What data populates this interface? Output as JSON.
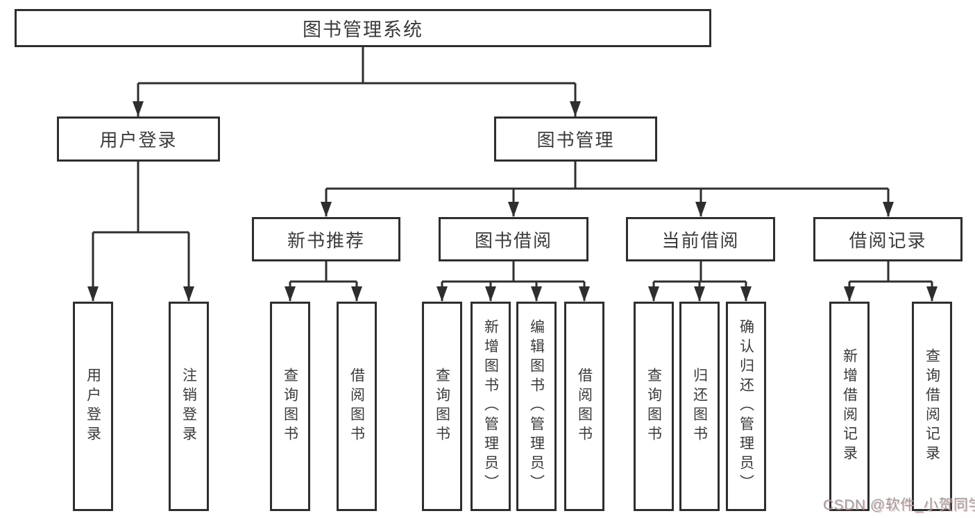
{
  "diagram": {
    "root": {
      "label": "图书管理系统"
    },
    "level2": [
      {
        "label": "用户登录"
      },
      {
        "label": "图书管理"
      }
    ],
    "level3": [
      {
        "label": "新书推荐"
      },
      {
        "label": "图书借阅"
      },
      {
        "label": "当前借阅"
      },
      {
        "label": "借阅记录"
      }
    ],
    "leaves": [
      {
        "label": "用户登录",
        "parent": "用户登录"
      },
      {
        "label": "注销登录",
        "parent": "用户登录"
      },
      {
        "label": "查询图书",
        "parent": "新书推荐"
      },
      {
        "label": "借阅图书",
        "parent": "新书推荐"
      },
      {
        "label": "查询图书",
        "parent": "图书借阅"
      },
      {
        "label": "新增图书（管理员）",
        "parent": "图书借阅"
      },
      {
        "label": "编辑图书（管理员）",
        "parent": "图书借阅"
      },
      {
        "label": "借阅图书",
        "parent": "图书借阅"
      },
      {
        "label": "查询图书",
        "parent": "当前借阅"
      },
      {
        "label": "归还图书",
        "parent": "当前借阅"
      },
      {
        "label": "确认归还（管理员）",
        "parent": "当前借阅"
      },
      {
        "label": "新增借阅记录",
        "parent": "借阅记录"
      },
      {
        "label": "查询借阅记录",
        "parent": "借阅记录"
      }
    ],
    "watermark": "CSDN @软件_小贺同学",
    "colors": {
      "line": "#2e2e2e",
      "text": "#3a3a3a",
      "watermark": "#9d9d9d",
      "background": "#ffffff"
    }
  }
}
